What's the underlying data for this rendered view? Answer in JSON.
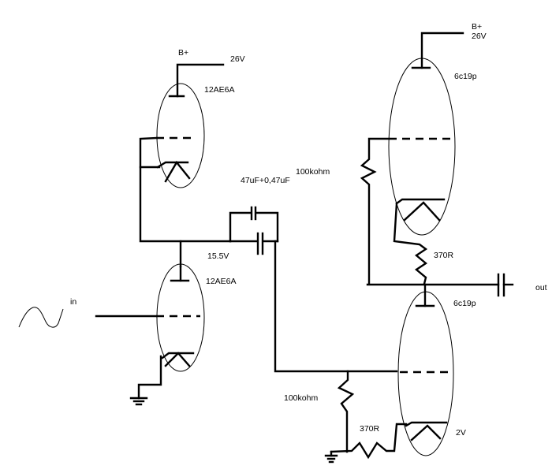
{
  "diagram": {
    "type": "vacuum-tube amplifier schematic",
    "colors": {
      "line": "#000000",
      "background": "#ffffff"
    },
    "tubes": [
      {
        "id": "v1",
        "label": "12AE6A",
        "role": "upper driver tube"
      },
      {
        "id": "v2",
        "label": "12AE6A",
        "role": "lower input tube"
      },
      {
        "id": "v3",
        "label": "6c19p",
        "role": "upper output tube"
      },
      {
        "id": "v4",
        "label": "6c19p",
        "role": "lower output tube",
        "cathode_voltage": "2V"
      }
    ],
    "supplies": [
      {
        "id": "bplus-left",
        "name": "B+",
        "voltage": "26V"
      },
      {
        "id": "bplus-right",
        "name": "B+",
        "voltage": "26V"
      }
    ],
    "nodes": {
      "driver_midpoint_voltage": "15.5V"
    },
    "components": {
      "coupling_caps": "47uF+0,47uF",
      "upper_grid_resistor": "100kohm",
      "upper_cathode_resistor": "370R",
      "lower_grid_resistor": "100kohm",
      "lower_cathode_resistor": "370R"
    },
    "ports": {
      "input": "in",
      "output": "out"
    }
  }
}
